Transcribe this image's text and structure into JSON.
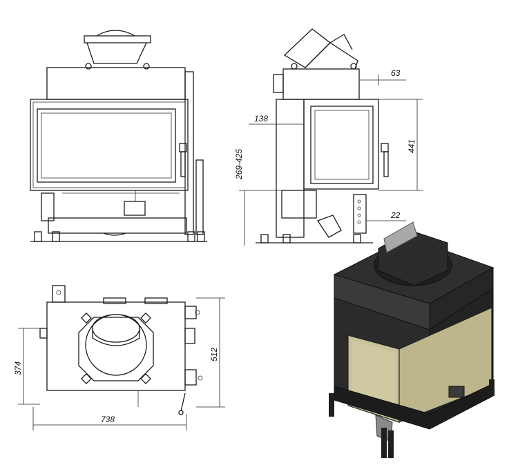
{
  "dimensions": {
    "front_gap": "63",
    "side_offset": "138",
    "height_range": "269-425",
    "door_height": "441",
    "leg_offset": "22",
    "depth": "374",
    "total_depth": "512",
    "width": "738"
  },
  "colors": {
    "line": "#1a1a1a",
    "body_dark": "#2b2b2b",
    "glass": "#c9c29a"
  }
}
